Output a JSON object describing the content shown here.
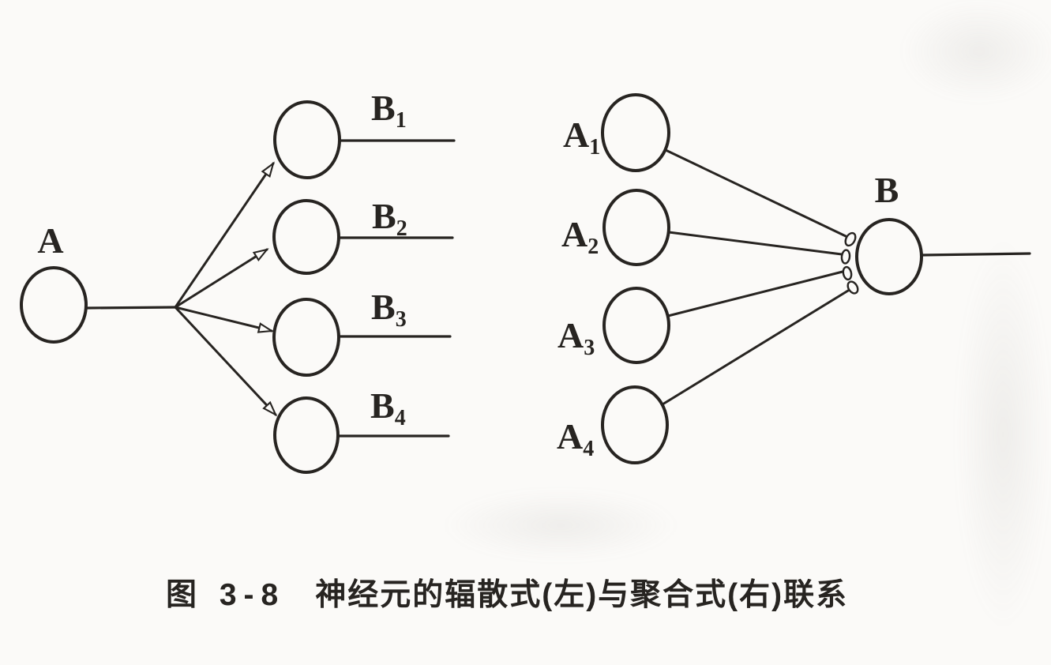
{
  "figure": {
    "caption": {
      "figure_label": "图 3-8",
      "text": "神经元的辐散式(左)与聚合式(右)联系"
    },
    "divergence": {
      "source": {
        "main": "A"
      },
      "targets": [
        {
          "main": "B",
          "sub": "1"
        },
        {
          "main": "B",
          "sub": "2"
        },
        {
          "main": "B",
          "sub": "3"
        },
        {
          "main": "B",
          "sub": "4"
        }
      ]
    },
    "convergence": {
      "sources": [
        {
          "main": "A",
          "sub": "1"
        },
        {
          "main": "A",
          "sub": "2"
        },
        {
          "main": "A",
          "sub": "3"
        },
        {
          "main": "A",
          "sub": "4"
        }
      ],
      "target": {
        "main": "B"
      }
    },
    "colors": {
      "ink": "#272421",
      "paper": "#fbfaf8"
    }
  }
}
